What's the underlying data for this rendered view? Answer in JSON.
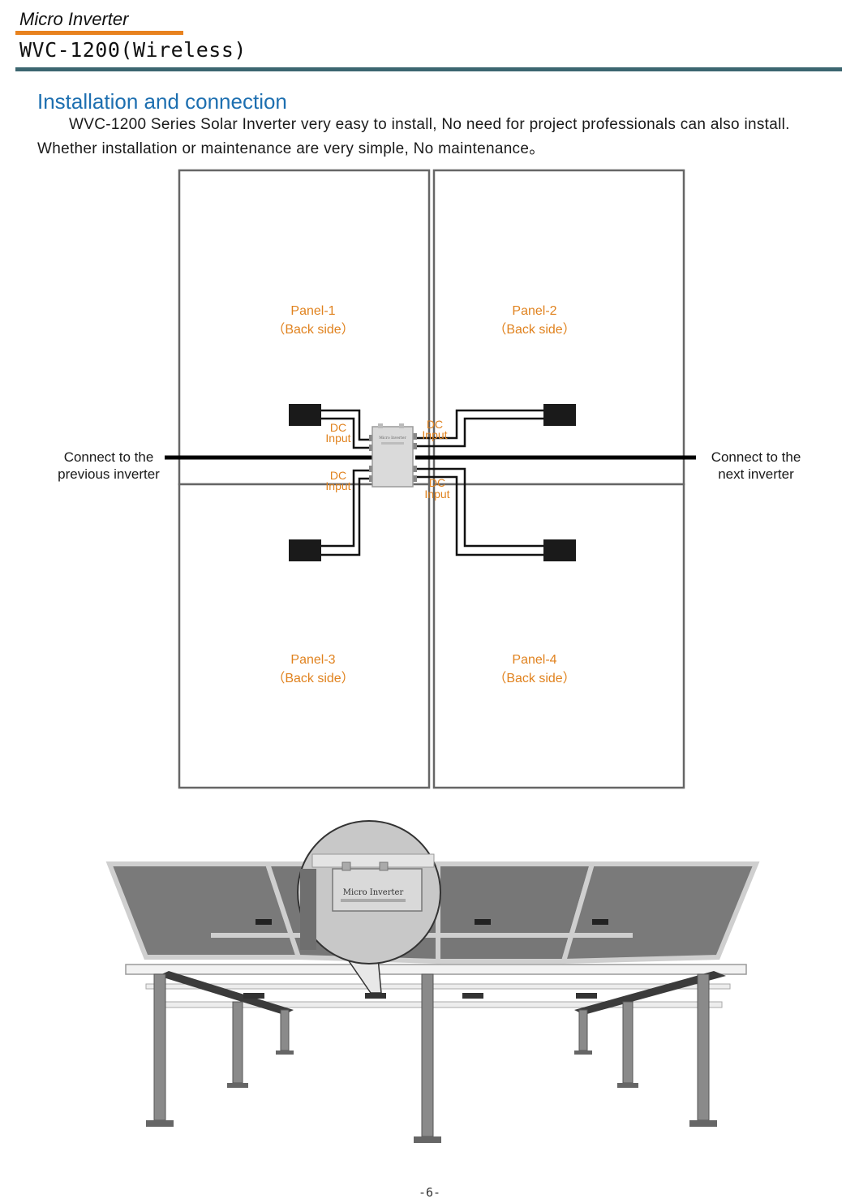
{
  "header": {
    "brand": "Micro Inverter",
    "model": "WVC-1200(Wireless)"
  },
  "section": {
    "title": "Installation and connection",
    "intro": "WVC-1200 Series Solar Inverter very easy to install, No need for project professionals can also install. Whether installation or maintenance are very simple, No maintenance。"
  },
  "diagram": {
    "panels": [
      {
        "name": "Panel-1",
        "side": "（Back side）"
      },
      {
        "name": "Panel-2",
        "side": "（Back side）"
      },
      {
        "name": "Panel-3",
        "side": "（Back side）"
      },
      {
        "name": "Panel-4",
        "side": "（Back side）"
      }
    ],
    "dc_input_line1": "DC",
    "dc_input_line2": "Input",
    "inverter_label": "Micro Inverter",
    "connect_left_line1": "Connect to the",
    "connect_left_line2": "previous inverter",
    "connect_right_line1": "Connect to the",
    "connect_right_line2": "next inverter",
    "colors": {
      "label": "#e0821e",
      "panel_border": "#666666",
      "cable": "#111111"
    }
  },
  "figure": {
    "inverter_text": "Micro Inverter"
  },
  "footer": {
    "page_number": "-6-"
  }
}
